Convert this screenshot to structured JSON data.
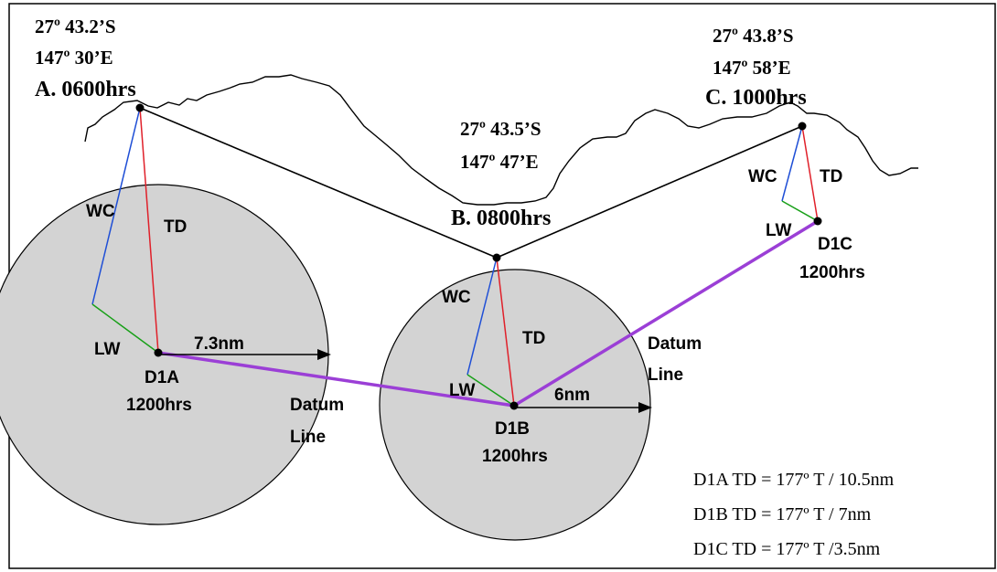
{
  "positions": {
    "A": {
      "lat": "27º 43.2’S",
      "lon": "147º 30’E",
      "time": "A.  0600hrs"
    },
    "B": {
      "lat": "27º 43.5’S",
      "lon": "147º 47’E",
      "time": "B.  0800hrs"
    },
    "C": {
      "lat": "27º 43.8’S",
      "lon": "147º 58’E",
      "time": "C.  1000hrs"
    }
  },
  "vectors": {
    "wc": "WC",
    "td": "TD",
    "lw": "LW"
  },
  "datums": {
    "D1A": {
      "name": "D1A",
      "time": "1200hrs",
      "radius_label": "7.3nm"
    },
    "D1B": {
      "name": "D1B",
      "time": "1200hrs",
      "radius_label": "6nm"
    },
    "D1C": {
      "name": "D1C",
      "time": "1200hrs"
    }
  },
  "datum_line": {
    "line1": "Datum",
    "line2": "Line"
  },
  "legend": [
    "D1A TD = 177º  T / 10.5nm",
    "D1B TD = 177º  T / 7nm",
    "D1C TD = 177º  T /3.5nm"
  ],
  "colors": {
    "circle_fill": "#d3d3d3",
    "wind_current": "#1f4fd6",
    "total_drift": "#e0202a",
    "leeway": "#18a018",
    "datum_line": "#9b3fd6",
    "track": "#000000"
  }
}
